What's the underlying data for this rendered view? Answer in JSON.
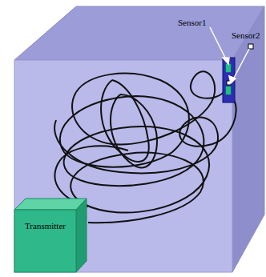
{
  "diagram": {
    "nodes": [
      {
        "text": [
          "Transmitter"
        ]
      }
    ],
    "labels": [
      "Sensor1",
      "Sensor2"
    ]
  }
}
